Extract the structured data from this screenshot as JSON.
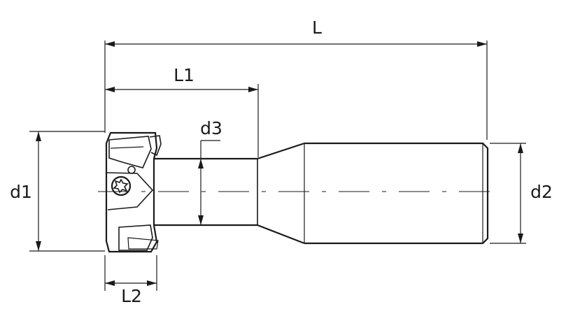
{
  "diagram": {
    "labels": {
      "L": "L",
      "L1": "L1",
      "L2": "L2",
      "d1": "d1",
      "d2": "d2",
      "d3": "d3"
    },
    "colors": {
      "ink": "#1a1a1a",
      "background": "#ffffff"
    }
  }
}
